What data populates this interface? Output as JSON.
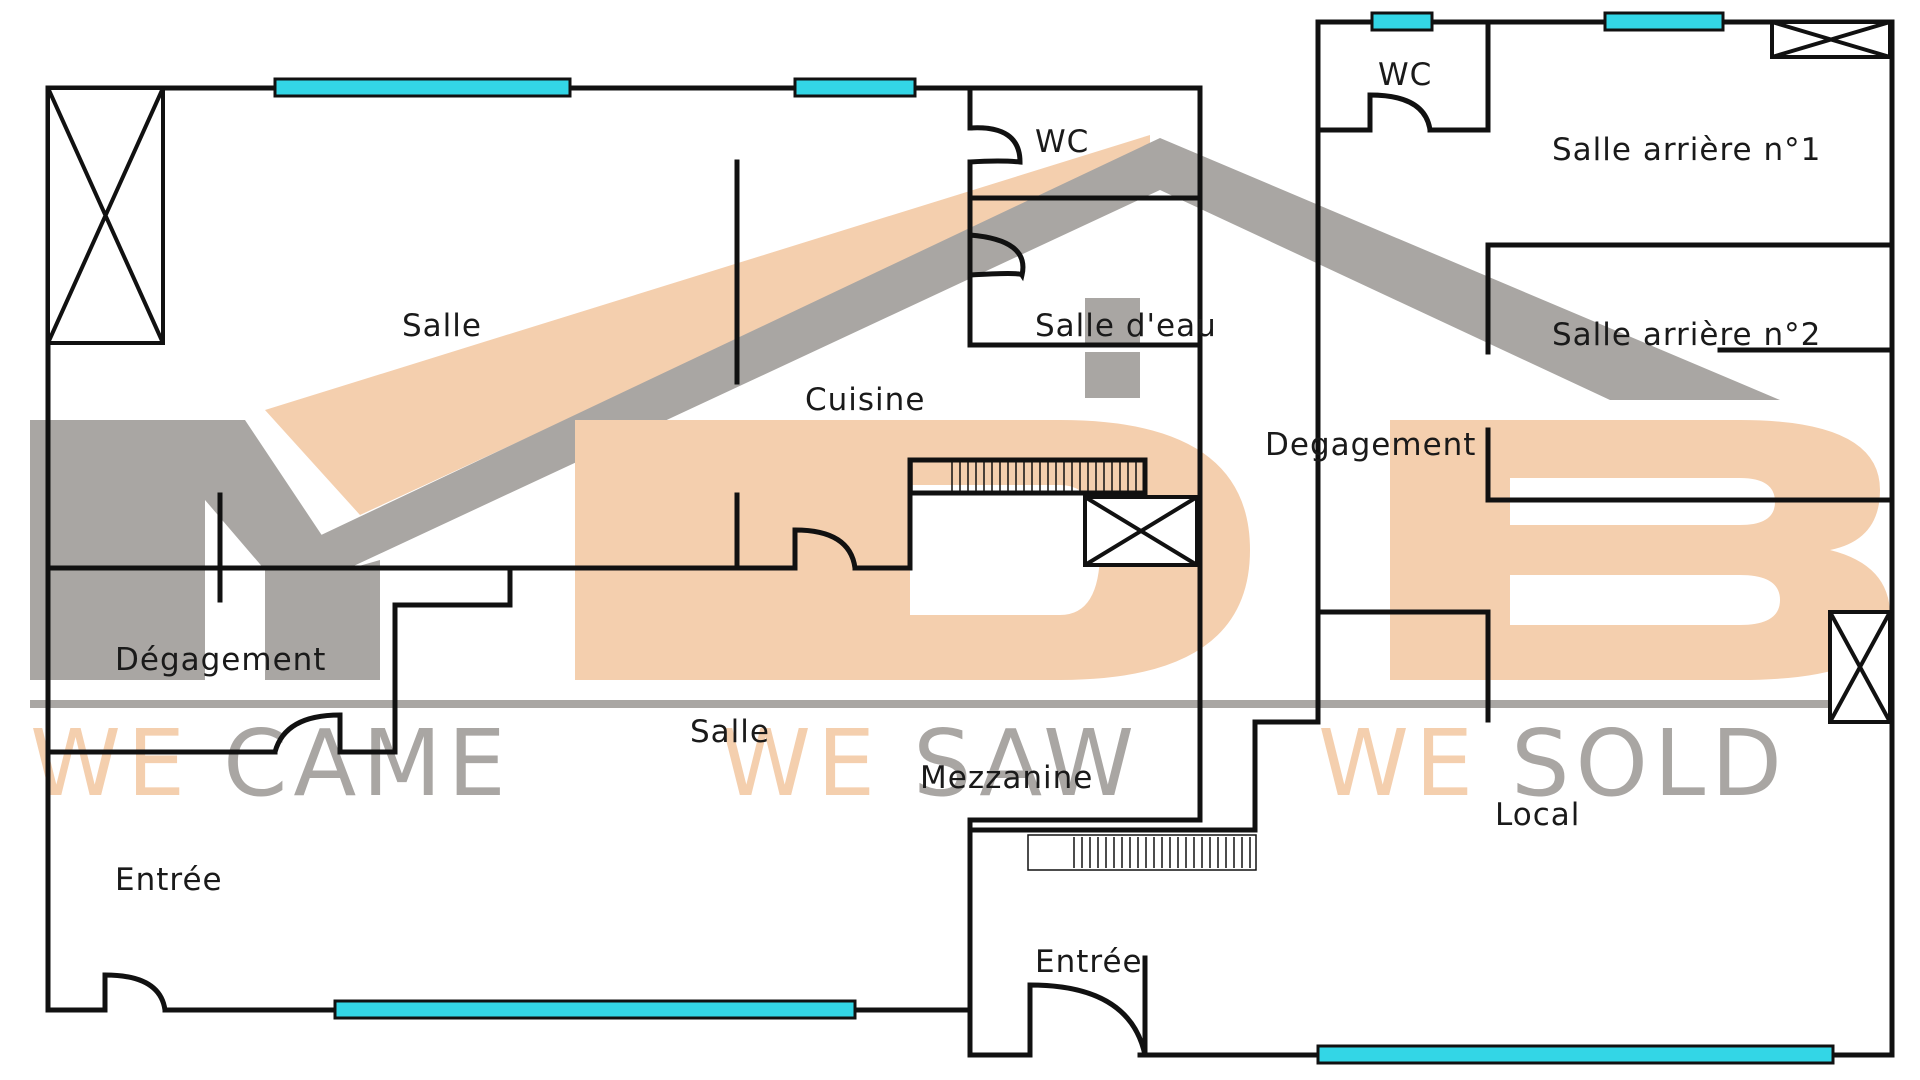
{
  "watermark": {
    "letters": "MDB",
    "slogan": [
      {
        "we": "WE",
        "verb": "CAME"
      },
      {
        "we": "WE",
        "verb": "SAW"
      },
      {
        "we": "WE",
        "verb": "SOLD"
      }
    ],
    "colors": {
      "gray": "#a9a6a3",
      "orange": "#f4cfae"
    }
  },
  "rooms": {
    "salle_top": "Salle",
    "wc_left": "WC",
    "salle_eau": "Salle d'eau",
    "cuisine": "Cuisine",
    "degagement_left": "Dégagement",
    "salle_mid": "Salle",
    "mezzanine": "Mezzanine",
    "entree_left": "Entrée",
    "wc_right": "WC",
    "salle_arriere_1": "Salle arrière n°1",
    "salle_arriere_2": "Salle arrière n°2",
    "degagement_right": "Degagement",
    "local": "Local",
    "entree_right": "Entrée"
  },
  "colors": {
    "wall": "#111111",
    "window": "#33d6e6"
  }
}
